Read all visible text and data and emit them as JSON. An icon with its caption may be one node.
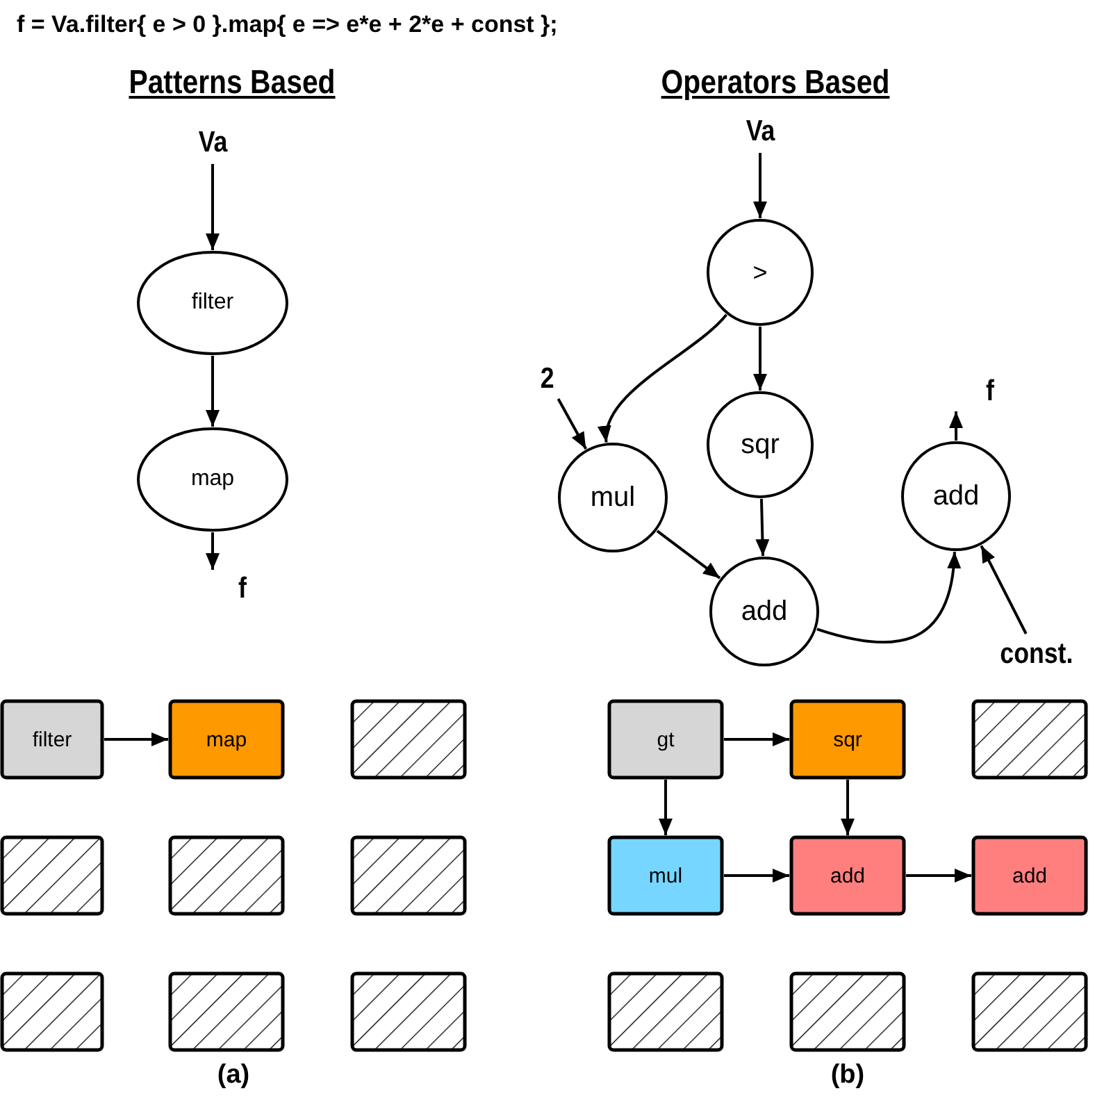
{
  "diagram": {
    "title": "f = Va.filter{ e > 0 }.map{ e => e*e + 2*e + const };",
    "nodes": [
      {
        "text": [
          "Va"
        ]
      },
      {
        "text": [
          "filter"
        ]
      },
      {
        "text": [
          "map"
        ]
      },
      {
        "text": [
          "f"
        ]
      },
      {
        "text": [
          "Va"
        ]
      },
      {
        "text": [
          ">"
        ]
      },
      {
        "text": [
          "2"
        ]
      },
      {
        "text": [
          "mul"
        ]
      },
      {
        "text": [
          "sqr"
        ]
      },
      {
        "text": [
          "add"
        ]
      },
      {
        "text": [
          "add"
        ]
      },
      {
        "text": [
          "f"
        ]
      },
      {
        "text": [
          "const."
        ]
      },
      {
        "text": [
          "filter"
        ]
      },
      {
        "text": [
          "map"
        ]
      },
      {
        "text": [],
        "shape": "box"
      },
      {
        "text": [],
        "shape": "box"
      },
      {
        "text": [],
        "shape": "box"
      },
      {
        "text": [],
        "shape": "box"
      },
      {
        "text": [],
        "shape": "box"
      },
      {
        "text": [],
        "shape": "box"
      },
      {
        "text": [],
        "shape": "box"
      },
      {
        "text": [
          "gt"
        ]
      },
      {
        "text": [
          "sqr"
        ]
      },
      {
        "text": [],
        "shape": "box"
      },
      {
        "text": [
          "mul"
        ]
      },
      {
        "text": [
          "add"
        ]
      },
      {
        "text": [
          "add"
        ]
      },
      {
        "text": [],
        "shape": "box"
      },
      {
        "text": [],
        "shape": "box"
      },
      {
        "text": [],
        "shape": "box"
      }
    ],
    "edges": [
      {
        "from": 0,
        "to": 1,
        "arrow": "to"
      },
      {
        "from": 1,
        "to": 2,
        "arrow": "to"
      },
      {
        "from": 2,
        "to": 3,
        "arrow": "to"
      },
      {
        "from": 4,
        "to": 5,
        "arrow": "to"
      },
      {
        "from": 5,
        "to": 7,
        "arrow": "to"
      },
      {
        "from": 5,
        "to": 8,
        "arrow": "to"
      },
      {
        "from": 6,
        "to": 7,
        "arrow": "to"
      },
      {
        "from": 8,
        "to": 9,
        "arrow": "to"
      },
      {
        "from": 7,
        "to": 9,
        "arrow": "to"
      },
      {
        "from": 9,
        "to": 10,
        "arrow": "to"
      },
      {
        "from": 10,
        "to": 11,
        "arrow": "to"
      },
      {
        "from": 12,
        "to": 10,
        "arrow": "to"
      },
      {
        "from": 13,
        "to": 14,
        "arrow": "to"
      },
      {
        "from": 22,
        "to": 23,
        "arrow": "to"
      },
      {
        "from": 22,
        "to": 25,
        "arrow": "to"
      },
      {
        "from": 23,
        "to": 26,
        "arrow": "to"
      },
      {
        "from": 25,
        "to": 26,
        "arrow": "to"
      },
      {
        "from": 26,
        "to": 27,
        "arrow": "to"
      }
    ],
    "labels": [
      "Patterns Based",
      "Operators Based",
      "(a)",
      "(b)"
    ]
  }
}
